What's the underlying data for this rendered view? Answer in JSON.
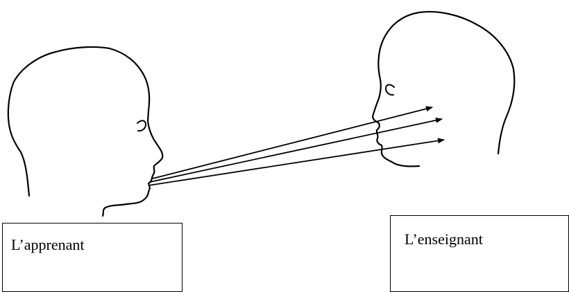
{
  "learner": {
    "label": "L’apprenant"
  },
  "teacher": {
    "label": "L’enseignant"
  },
  "arrows": {
    "count": 3,
    "direction": "from learner's mouth to teacher's face"
  },
  "colors": {
    "line": "#000000",
    "background": "#ffffff"
  }
}
